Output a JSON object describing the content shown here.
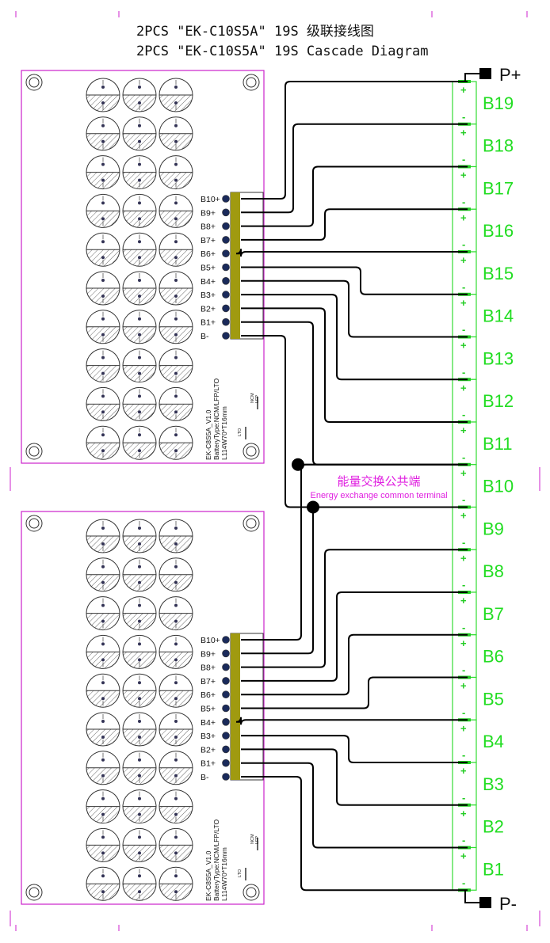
{
  "title": {
    "line1": "2PCS \"EK-C10S5A\"  19S 级联接线图",
    "line2": "2PCS \"EK-C10S5A\"  19S Cascade Diagram"
  },
  "boards": [
    {
      "pins": [
        "B10+",
        "B9+",
        "B8+",
        "B7+",
        "B6+",
        "B5+",
        "B4+",
        "B3+",
        "B2+",
        "B1+",
        "B-"
      ],
      "silk_line1": "EK-C8S5A_V1.0",
      "silk_line2": "BatteryType:NCM/LFP/LTO",
      "silk_line3": "L114W70*T16mm",
      "jumper_label_a": "NCM",
      "jumper_label_b": "LFP",
      "jumper_label_c": "LTO"
    },
    {
      "pins": [
        "B10+",
        "B9+",
        "B8+",
        "B7+",
        "B6+",
        "B5+",
        "B4+",
        "B3+",
        "B2+",
        "B1+",
        "B-"
      ],
      "silk_line1": "EK-C8S5A_V1.0",
      "silk_line2": "BatteryType:NCM/LFP/LTO",
      "silk_line3": "L114W70*T16mm",
      "jumper_label_a": "NCM",
      "jumper_label_b": "LFP",
      "jumper_label_c": "LTO"
    }
  ],
  "battery": {
    "cells": [
      "B19",
      "B18",
      "B17",
      "B16",
      "B15",
      "B14",
      "B13",
      "B12",
      "B11",
      "B10",
      "B9",
      "B8",
      "B7",
      "B6",
      "B5",
      "B4",
      "B3",
      "B2",
      "B1"
    ],
    "plus_sign": "+",
    "minus_sign": "-",
    "positive_terminal": "P+",
    "negative_terminal": "P-"
  },
  "common_terminal": {
    "label_cn": "能量交换公共端",
    "label_en": "Energy exchange common terminal"
  },
  "colors": {
    "board_outline": "#cc22cc",
    "cell_outline": "#33dd33",
    "cell_text": "#22dd22",
    "connector": "#a09a10",
    "wire": "#000000",
    "annotation": "#e020e0"
  }
}
